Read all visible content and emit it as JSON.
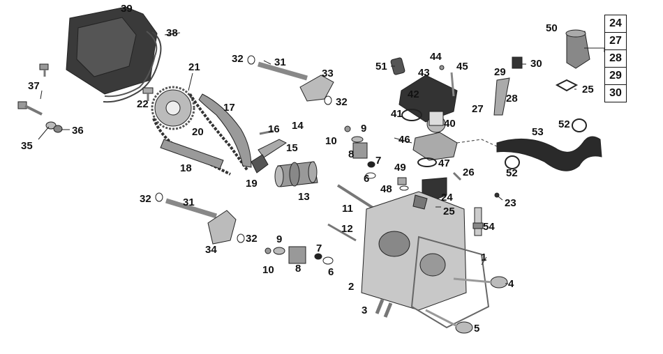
{
  "part_labels": [
    "1",
    "2",
    "3",
    "4",
    "5",
    "6",
    "7",
    "8",
    "9",
    "10",
    "11",
    "12",
    "13",
    "14",
    "15",
    "16",
    "17",
    "18",
    "19",
    "20",
    "21",
    "22",
    "23",
    "24",
    "25",
    "26",
    "27",
    "28",
    "29",
    "30",
    "31",
    "32",
    "33",
    "34",
    "35",
    "36",
    "37",
    "38",
    "39",
    "40",
    "41",
    "42",
    "43",
    "44",
    "45",
    "46",
    "47",
    "48",
    "49",
    "50",
    "51",
    "52",
    "53",
    "54"
  ],
  "callouts": {
    "p39": "39",
    "p38": "38",
    "p37": "37",
    "p35": "35",
    "p36": "36",
    "p22": "22",
    "p21": "21",
    "p20": "20",
    "p17": "17",
    "p18": "18",
    "p32a": "32",
    "p31a": "31",
    "p33": "33",
    "p32b": "32",
    "p16": "16",
    "p14": "14",
    "p15": "15",
    "p19": "19",
    "p13": "13",
    "p51": "51",
    "p44": "44",
    "p45": "45",
    "p43": "43",
    "p42": "42",
    "p41": "41",
    "p40": "40",
    "p29": "29",
    "p30": "30",
    "p28": "28",
    "p27": "27",
    "p50": "50",
    "p25a": "25",
    "p9a": "9",
    "p10a": "10",
    "p8a": "8",
    "p7a": "7",
    "p6a": "6",
    "p46": "46",
    "p47": "47",
    "p49": "49",
    "p48": "48",
    "p26": "26",
    "p24": "24",
    "p25b": "25",
    "p53": "53",
    "p52a": "52",
    "p52b": "52",
    "p23": "23",
    "p11": "11",
    "p12": "12",
    "p54": "54",
    "p32c": "32",
    "p31b": "31",
    "p32d": "32",
    "p34": "34",
    "p9b": "9",
    "p10b": "10",
    "p8b": "8",
    "p7b": "7",
    "p6b": "6",
    "p1": "1",
    "p2": "2",
    "p3": "3",
    "p4": "4",
    "p5": "5"
  },
  "legend_box": [
    "24",
    "27",
    "28",
    "29",
    "30"
  ]
}
